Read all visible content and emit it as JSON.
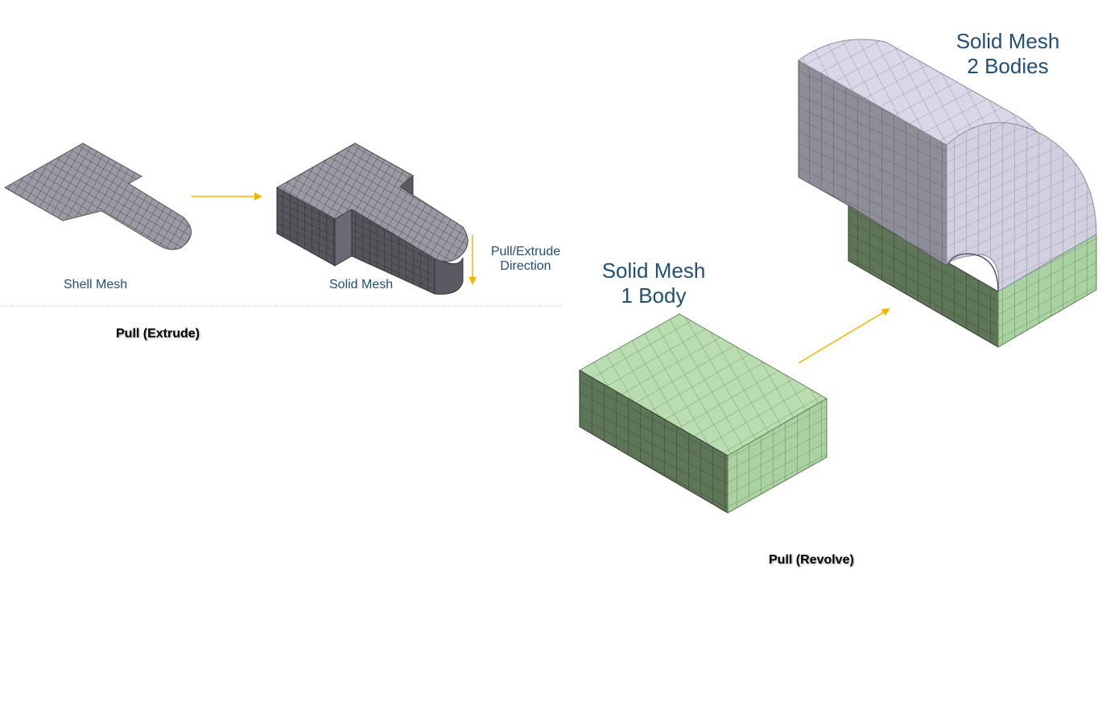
{
  "extrude": {
    "shell_label": "Shell Mesh",
    "solid_label": "Solid Mesh",
    "direction_line1": "Pull/Extrude",
    "direction_line2": "Direction",
    "caption": "Pull (Extrude)"
  },
  "revolve": {
    "one_body_line1": "Solid Mesh",
    "one_body_line2": "1 Body",
    "two_body_line1": "Solid Mesh",
    "two_body_line2": "2 Bodies",
    "caption": "Pull (Revolve)"
  },
  "colors": {
    "label_blue": "#1f4e79",
    "arrow_yellow": "#f5b400",
    "mesh_gray_top": "#9a9aa4",
    "mesh_gray_side": "#4a4a52",
    "green_top": "#b9dcb0",
    "green_side": "#5f7558",
    "lavender_top": "#d8d8e6"
  }
}
